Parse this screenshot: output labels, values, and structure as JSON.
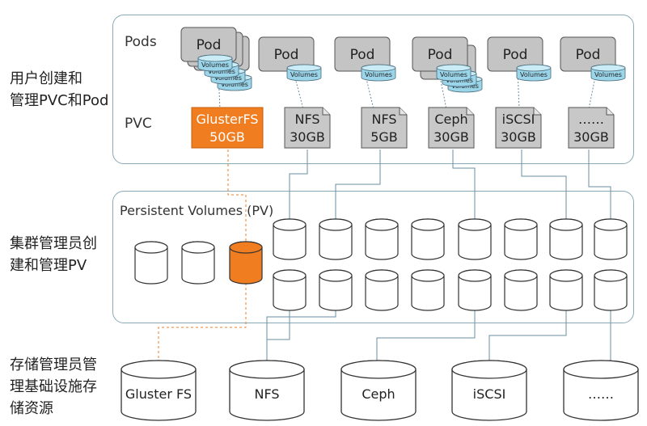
{
  "side_labels": {
    "user": "用户创建和\n管理PVC和Pod",
    "admin": "集群管理员创\n建和管理PV",
    "storage": "存储管理员管\n理基础设施存\n储资源"
  },
  "user_panel": {
    "pods_label": "Pods",
    "pvc_label": "PVC",
    "pod_text": "Pod",
    "volume_text": "Volumes",
    "pvcs": [
      {
        "line1": "GlusterFS",
        "line2": "50GB",
        "highlight": true
      },
      {
        "line1": "NFS",
        "line2": "30GB",
        "highlight": false
      },
      {
        "line1": "NFS",
        "line2": "5GB",
        "highlight": false
      },
      {
        "line1": "Ceph",
        "line2": "30GB",
        "highlight": false
      },
      {
        "line1": "iSCSI",
        "line2": "30GB",
        "highlight": false
      },
      {
        "line1": "……",
        "line2": "30GB",
        "highlight": false
      }
    ]
  },
  "pv_panel": {
    "title": "Persistent Volumes (PV)"
  },
  "storage_backends": [
    "Gluster FS",
    "NFS",
    "Ceph",
    "iSCSI",
    "……"
  ],
  "colors": {
    "accent": "#f07d1f",
    "panel_border": "#8aa9b8",
    "pod_fill": "#c4c4c4",
    "volume_fill": "#9ad5ea",
    "line": "#6a8ea0"
  }
}
